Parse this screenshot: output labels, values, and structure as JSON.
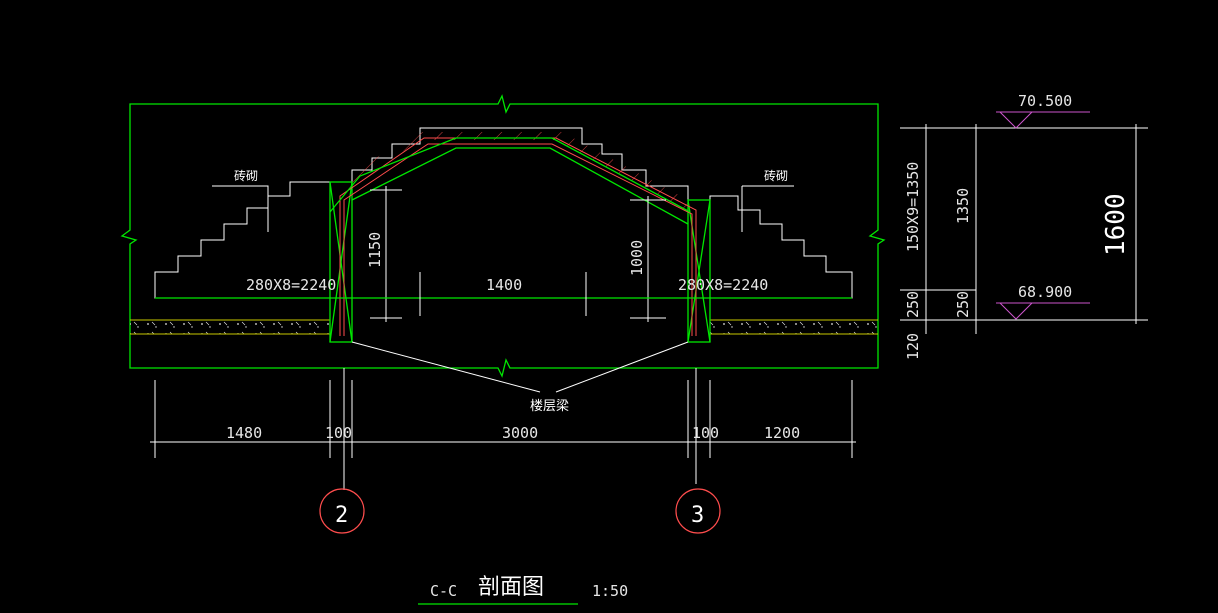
{
  "labels": {
    "brick_left": "砖砌",
    "brick_right": "砖砌",
    "floor_beam": "楼层梁",
    "step_left": "280X8=2240",
    "step_right": "280X8=2240",
    "inner_width": "1400",
    "left_height": "1150",
    "right_height": "1000",
    "vert_step": "150X9=1350",
    "vert_1350": "1350",
    "vert_250a": "250",
    "vert_250b": "250",
    "vert_120": "120",
    "vert_total": "1600",
    "elev_top": "70.500",
    "elev_bottom": "68.900"
  },
  "bottom_dims": [
    "1480",
    "100",
    "3000",
    "100",
    "1200"
  ],
  "axes": [
    "2",
    "3"
  ],
  "title": {
    "section": "C-C",
    "name": "剖面图",
    "scale": "1:50"
  },
  "colors": {
    "outline": "#00e600",
    "rebar": "#ff4d4d",
    "dimension": "#ffffff",
    "elevation_mark": "#cc55cc",
    "slab_edge": "#c8c800",
    "axis_bubble": "#ff4d4d"
  }
}
